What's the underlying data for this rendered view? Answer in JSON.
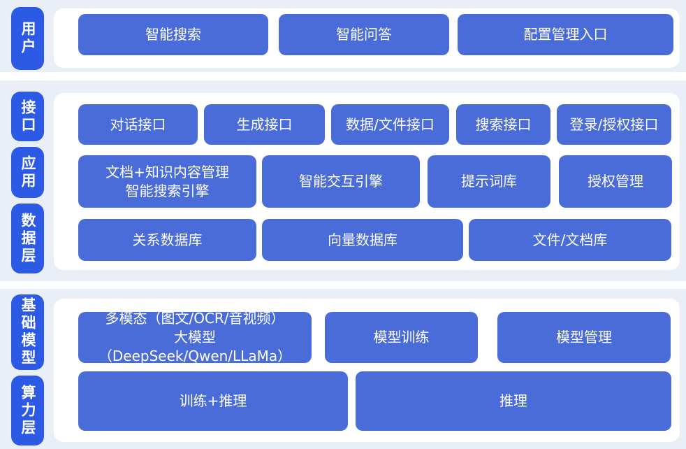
{
  "diagram": {
    "type": "layered-architecture",
    "colors": {
      "pill_blue": "#2c5ae4",
      "node_blue": "#4a6cd8",
      "band_gray": "#e9eef7",
      "panel_white": "#ffffff"
    },
    "layers": [
      {
        "name": "用户",
        "items": [
          "智能搜索",
          "智能问答",
          "配置管理入口"
        ]
      },
      {
        "name": "接口",
        "items": [
          "对话接口",
          "生成接口",
          "数据/文件接口",
          "搜索接口",
          "登录/授权接口"
        ]
      },
      {
        "name": "应用",
        "items": [
          "文档+知识内容管理\n智能搜索引擎",
          "智能交互引擎",
          "提示词库",
          "授权管理"
        ]
      },
      {
        "name": "数据层",
        "items": [
          "关系数据库",
          "向量数据库",
          "文件/文档库"
        ]
      },
      {
        "name": "基础模型",
        "items": [
          "多模态（图文/OCR/音视频）\n大模型（DeepSeek/Qwen/LLaMa）",
          "模型训练",
          "模型管理"
        ]
      },
      {
        "name": "算力层",
        "items": [
          "训练+推理",
          "推理"
        ]
      }
    ]
  }
}
